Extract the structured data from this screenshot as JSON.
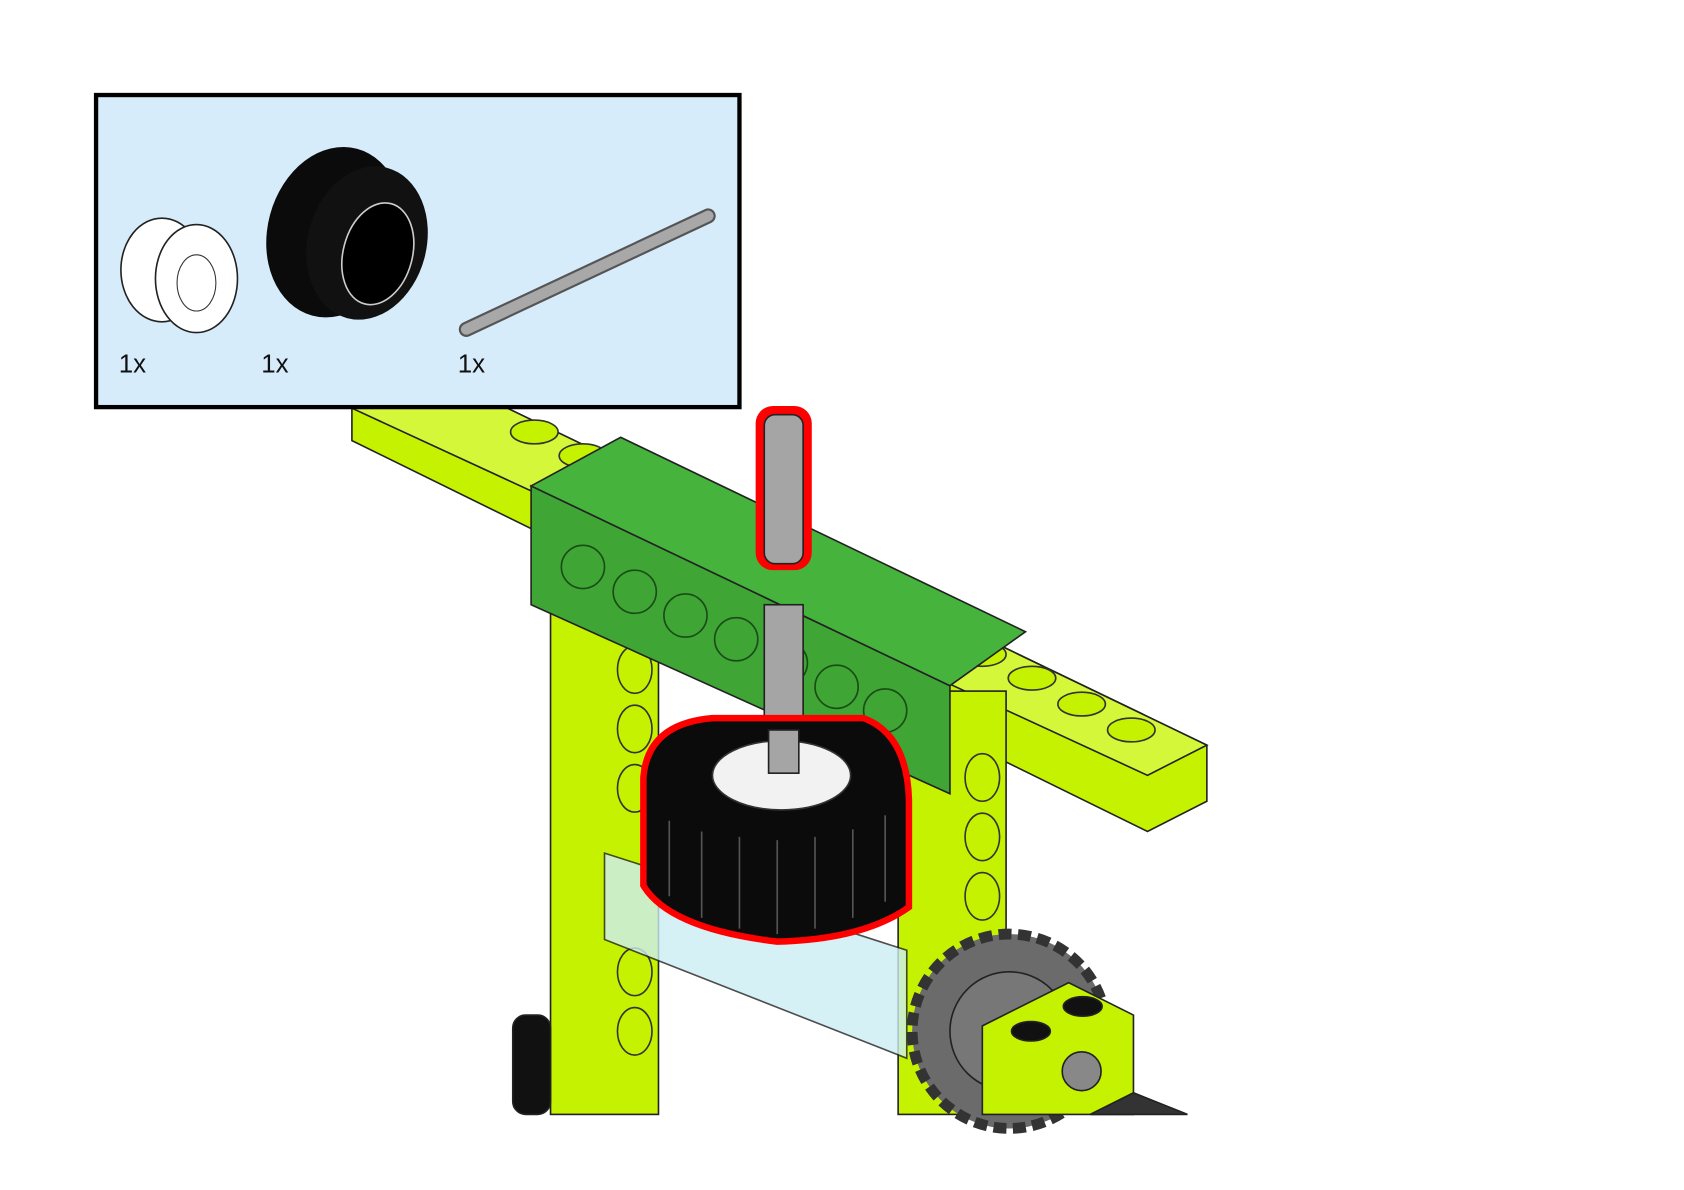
{
  "parts_callout": {
    "background": "#d6ecfb",
    "parts": [
      {
        "name": "wheel-rim",
        "quantity": "1x"
      },
      {
        "name": "tire",
        "quantity": "1x"
      },
      {
        "name": "axle",
        "quantity": "1x"
      }
    ]
  },
  "colors": {
    "lime": "#c5f200",
    "green": "#3fa535",
    "highlight": "#ff0000",
    "axle_gray": "#a5a5a5"
  }
}
